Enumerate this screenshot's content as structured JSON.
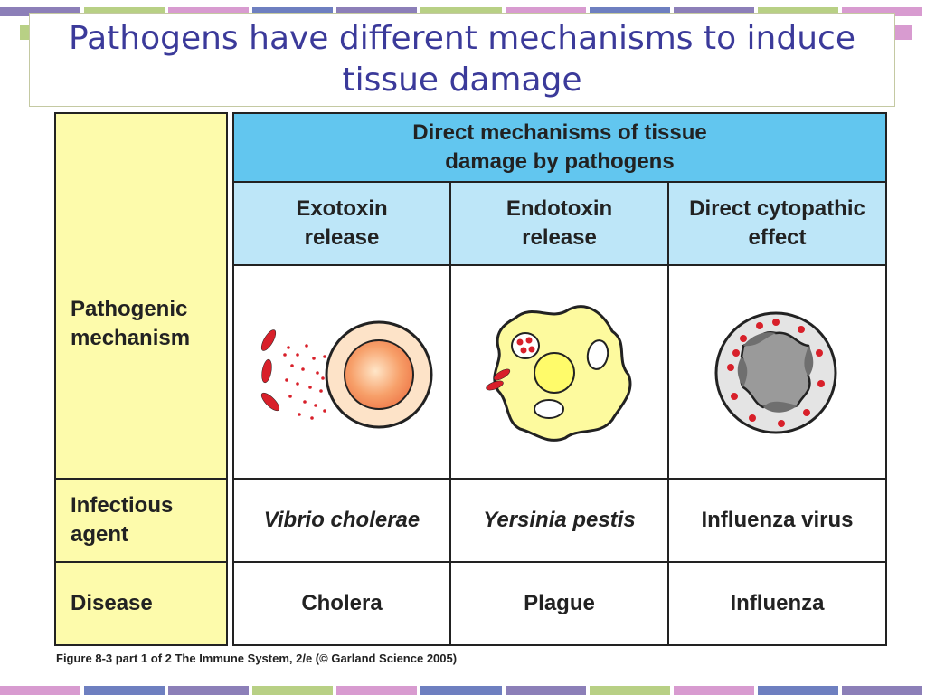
{
  "slide": {
    "title": "Pathogens have different mechanisms to induce tissue damage",
    "accent_colors": [
      "#8c7fb8",
      "#b8d085",
      "#d89bd0",
      "#6e7fc0"
    ]
  },
  "figure": {
    "header": "Direct mechanisms of tissue damage by pathogens",
    "row_labels": [
      "Pathogenic mechanism",
      "Infectious agent",
      "Disease"
    ],
    "columns": [
      {
        "mechanism": "Exotoxin release",
        "agent": "Vibrio cholerae",
        "disease": "Cholera",
        "illustration": "exotoxin-cell-icon"
      },
      {
        "mechanism": "Endotoxin release",
        "agent": "Yersinia pestis",
        "disease": "Plague",
        "illustration": "endotoxin-cell-icon"
      },
      {
        "mechanism": "Direct cytopathic effect",
        "agent": "Influenza virus",
        "disease": "Influenza",
        "illustration": "cytopathic-cell-icon"
      }
    ],
    "caption": "Figure 8-3 part 1 of 2  The Immune System, 2/e (© Garland Science 2005)"
  }
}
